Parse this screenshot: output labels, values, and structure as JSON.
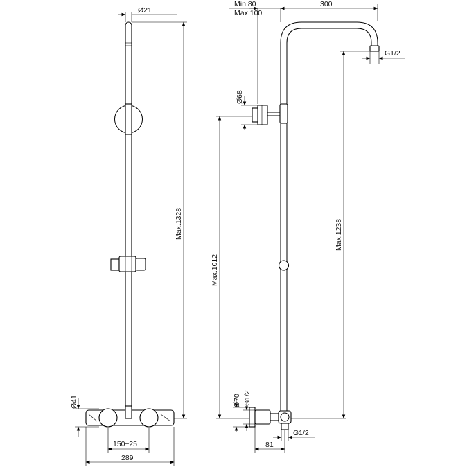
{
  "front_view": {
    "pipe_diameter": "Ø21",
    "max_height": "Max.1328",
    "knob_diameter": "Ø41",
    "center_distance": "150±25",
    "total_width": "289"
  },
  "side_view": {
    "min_offset": "Min.80",
    "max_offset": "Max.100",
    "arm_length": "300",
    "outlet_thread": "G1/2",
    "holder_diameter": "Ø68",
    "holder_height": "Max.1012",
    "head_height": "Max.1238",
    "escutcheon_diameter": "Ø70",
    "inlet_thread_side": "G1/2",
    "wall_offset": "81",
    "inlet_thread_bottom": "G1/2"
  }
}
